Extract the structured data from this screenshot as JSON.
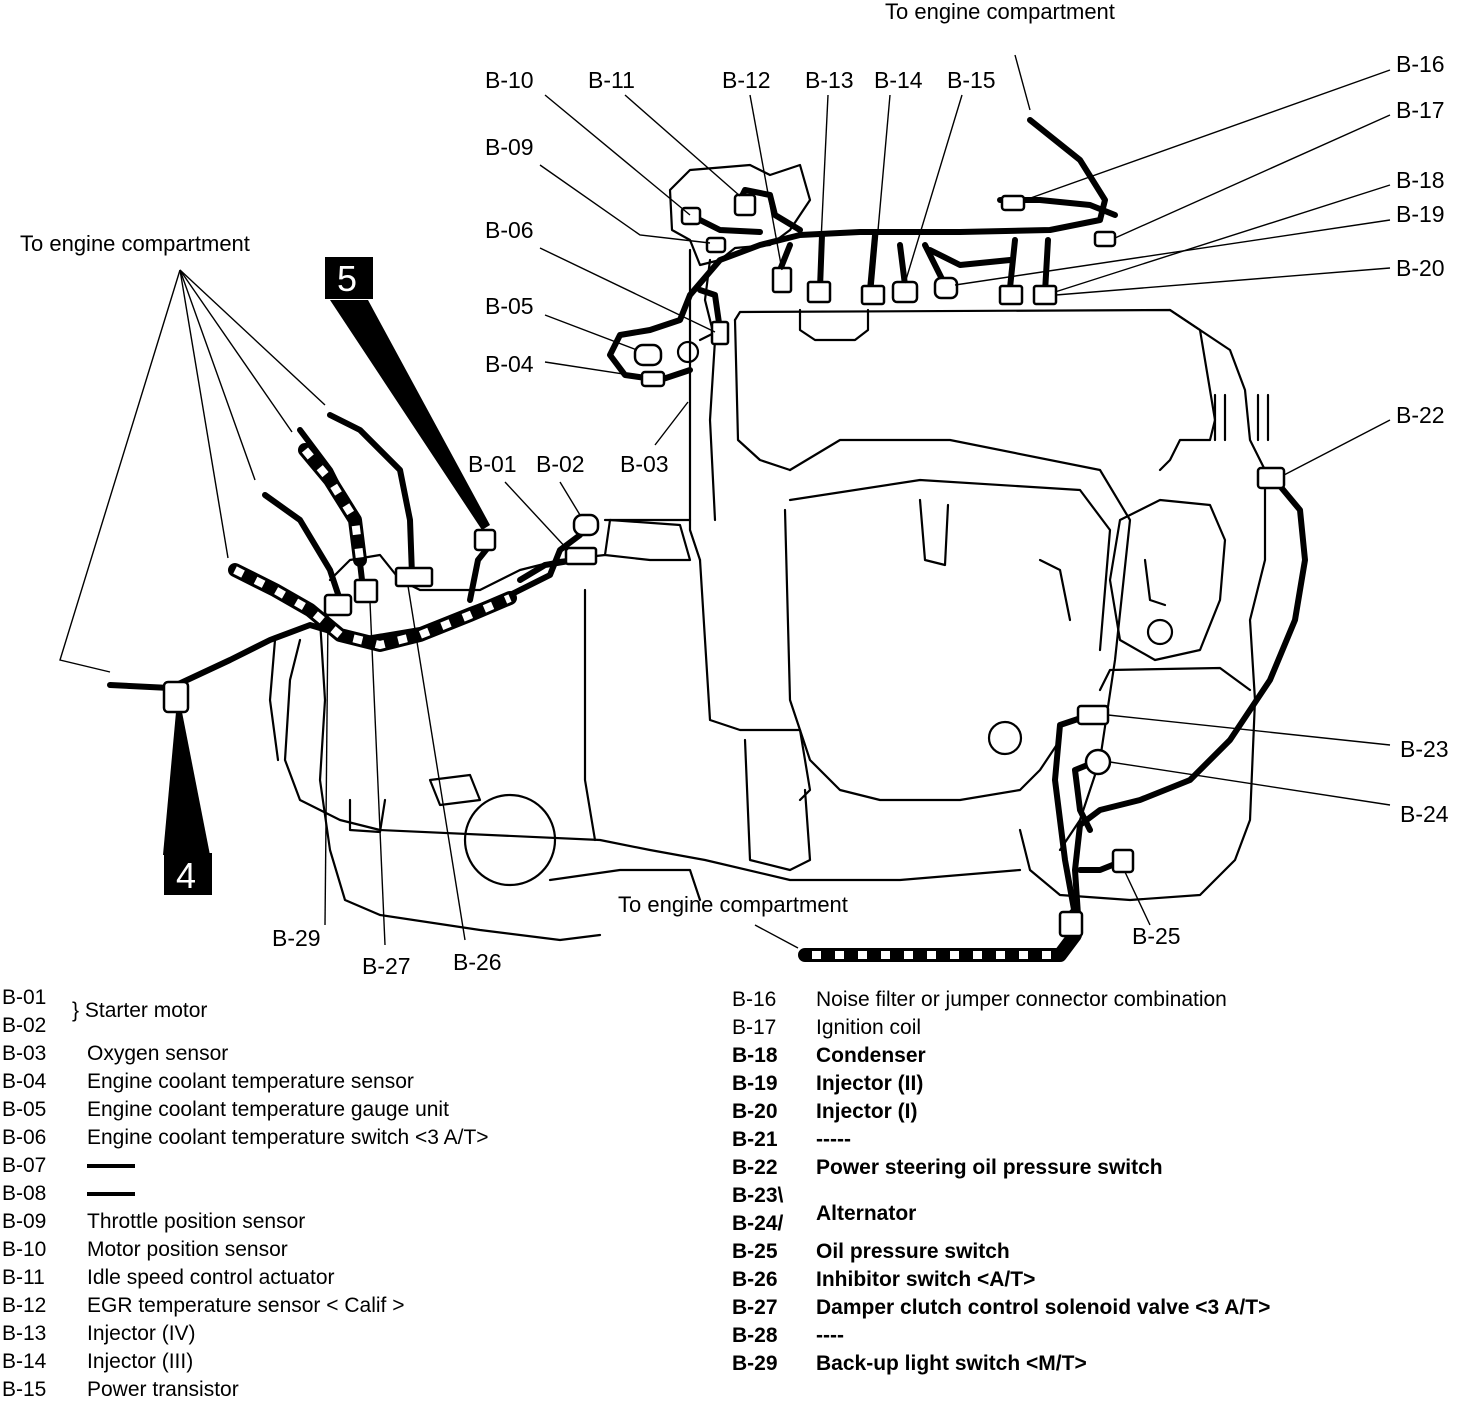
{
  "callout_labels": {
    "b01": "B-01",
    "b02": "B-02",
    "b03": "B-03",
    "b04": "B-04",
    "b05": "B-05",
    "b06": "B-06",
    "b09": "B-09",
    "b10": "B-10",
    "b11": "B-11",
    "b12": "B-12",
    "b13": "B-13",
    "b14": "B-14",
    "b15": "B-15",
    "b16": "B-16",
    "b17": "B-17",
    "b18": "B-18",
    "b19": "B-19",
    "b20": "B-20",
    "b22": "B-22",
    "b23": "B-23",
    "b24": "B-24",
    "b25": "B-25",
    "b26": "B-26",
    "b27": "B-27",
    "b29": "B-29"
  },
  "notes": {
    "top": "To engine compartment",
    "left": "To engine compartment",
    "bottom": "To engine compartment"
  },
  "view_markers": {
    "marker_4": "4",
    "marker_5": "5"
  },
  "legend_left": [
    {
      "code": "B-01",
      "desc": ""
    },
    {
      "code": "B-02",
      "desc": ""
    },
    {
      "code": "B-03",
      "desc": "Oxygen sensor"
    },
    {
      "code": "B-04",
      "desc": "Engine coolant temperature sensor"
    },
    {
      "code": "B-05",
      "desc": "Engine coolant temperature gauge unit"
    },
    {
      "code": "B-06",
      "desc": "Engine coolant temperature switch <3 A/T>"
    },
    {
      "code": "B-07",
      "desc": ""
    },
    {
      "code": "B-08",
      "desc": ""
    },
    {
      "code": "B-09",
      "desc": "Throttle position sensor"
    },
    {
      "code": "B-10",
      "desc": "Motor position sensor"
    },
    {
      "code": "B-11",
      "desc": "Idle speed control actuator"
    },
    {
      "code": "B-12",
      "desc": "EGR temperature sensor < Calif >"
    },
    {
      "code": "B-13",
      "desc": "Injector (IV)"
    },
    {
      "code": "B-14",
      "desc": "Injector (III)"
    },
    {
      "code": "B-15",
      "desc": "Power transistor"
    }
  ],
  "legend_left_group": "} Starter motor",
  "legend_right": [
    {
      "code": "B-16",
      "desc": "Noise filter or jumper connector combination"
    },
    {
      "code": "B-17",
      "desc": "Ignition coil"
    },
    {
      "code": "B-18",
      "desc": "Condenser"
    },
    {
      "code": "B-19",
      "desc": "Injector (II)"
    },
    {
      "code": "B-20",
      "desc": "Injector (I)"
    },
    {
      "code": "B-21",
      "desc": "-----"
    },
    {
      "code": "B-22",
      "desc": "Power steering oil pressure switch"
    },
    {
      "code": "B-23\\",
      "desc": ""
    },
    {
      "code": "B-24/",
      "desc": ""
    },
    {
      "code": "B-25",
      "desc": "Oil pressure switch"
    },
    {
      "code": "B-26",
      "desc": "Inhibitor switch <A/T>"
    },
    {
      "code": "B-27",
      "desc": "Damper clutch control solenoid valve <3 A/T>"
    },
    {
      "code": "B-28",
      "desc": "----"
    },
    {
      "code": "B-29",
      "desc": "Back-up light switch <M/T>"
    }
  ],
  "legend_right_group": "Alternator"
}
